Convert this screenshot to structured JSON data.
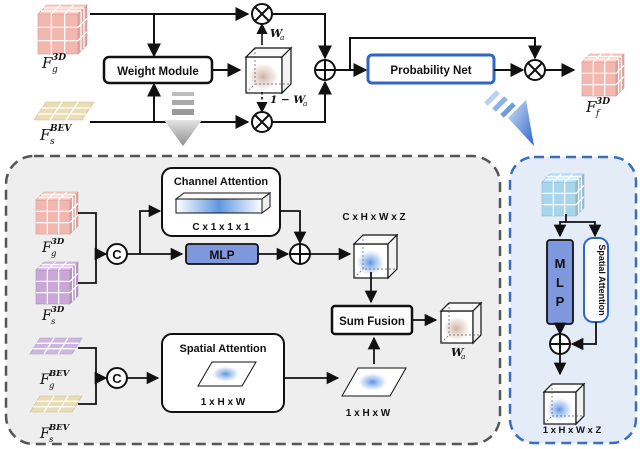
{
  "top": {
    "weight_module": "Weight Module",
    "probability_net": "Probability Net",
    "w_a": "W",
    "w_a_sub": "a",
    "one_minus_w_a": "1 − W",
    "one_minus_w_a_sub": "a",
    "in_3d": {
      "letter": "F",
      "sup": "3D",
      "sub": "g"
    },
    "in_bev": {
      "letter": "F",
      "sup": "BEV",
      "sub": "s"
    },
    "out": {
      "letter": "F",
      "sup": "3D",
      "sub": "f"
    }
  },
  "weight_module_detail": {
    "channel_attention": "Channel Attention",
    "channel_dims": "C x 1 x 1 x 1",
    "mlp": "MLP",
    "concat": "C",
    "cube_dims": "C x H x W x Z",
    "sum_fusion": "Sum Fusion",
    "w_a": "W",
    "w_a_sub": "a",
    "spatial_attention": "Spatial Attention",
    "spatial_dims_inner": "1 x H x W",
    "spatial_dims_outer": "1 x H x W",
    "in_g_3d": {
      "letter": "F",
      "sup": "3D",
      "sub": "g"
    },
    "in_s_3d": {
      "letter": "F",
      "sup": "3D",
      "sub": "s"
    },
    "in_g_bev": {
      "letter": "F",
      "sup": "BEV",
      "sub": "g"
    },
    "in_s_bev": {
      "letter": "F",
      "sup": "BEV",
      "sub": "s"
    }
  },
  "probability_net_detail": {
    "mlp": "MLP",
    "spatial_attention": "Spatial Attention",
    "dims": "1 x H x W x Z"
  },
  "colors": {
    "cube_pink": "#f2b8b0",
    "cube_purple": "#c9a8d8",
    "cube_cyan": "#a8d4ec",
    "bev_purple": "#cdb6df",
    "bev_tan": "#ecdcb4",
    "accent_blue": "#2e66c8",
    "mlp_fill": "#7f97dc",
    "left_panel_fill": "#eeeeee",
    "right_panel_fill": "#e4ecf8",
    "right_panel_stroke": "#3a6dc0"
  }
}
